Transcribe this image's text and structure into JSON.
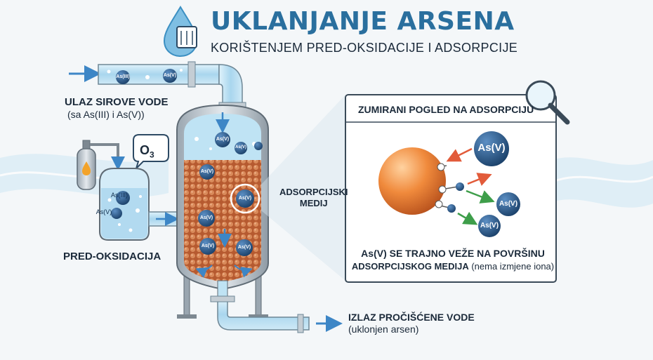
{
  "header": {
    "title": "UKLANJANJE ARSENA",
    "subtitle": "KORIŠTENJEM PRED-OKSIDACIJE I ADSORPCIJE"
  },
  "inlet": {
    "title": "ULAZ SIROVE VODE",
    "subtitle": "(sa As(III) i As(V))"
  },
  "preoxidation": {
    "label": "PRED-OKSIDACIJA",
    "ozone": "O",
    "ozone_sub": "3"
  },
  "media": {
    "line1": "ADSORPCIJSKI",
    "line2": "MEDIJ"
  },
  "outlet": {
    "title": "IZLAZ PROČIŠĆENE VODE",
    "subtitle": "(uklonjen arsen)"
  },
  "zoom": {
    "title": "ZUMIRANI POGLED NA ADSORPCIJU",
    "desc_line1": "As(V) SE TRAJNO VEŽE NA POVRŠINU",
    "desc_line2_bold": "ADSORPCIJSKOG MEDIJA",
    "desc_line2_normal": " (nema izmjene iona)"
  },
  "ions": {
    "as3": "As(III)",
    "as5": "As(V)"
  },
  "colors": {
    "title": "#2a6f9e",
    "water": "#bfe3f4",
    "media": "#c96a3e",
    "ion": "#1f4e79",
    "sphere": "#f08a3c"
  }
}
